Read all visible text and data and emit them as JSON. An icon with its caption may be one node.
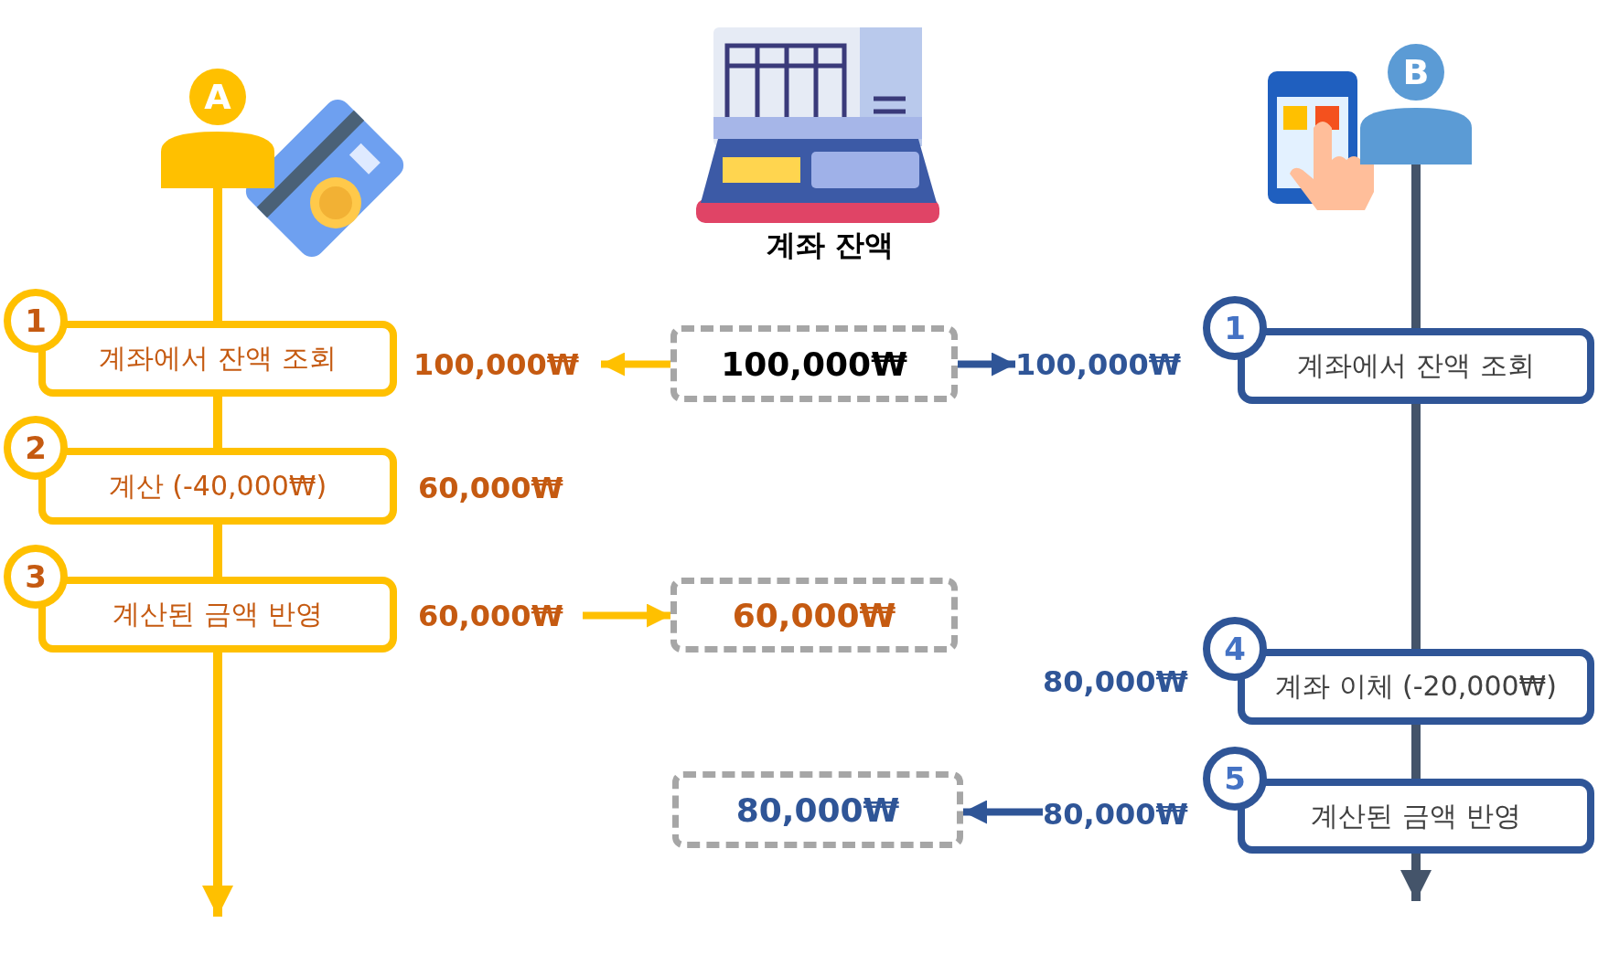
{
  "diagram": {
    "nodes": [
      {
        "text": [
          "A"
        ]
      },
      {
        "text": [
          "1",
          "계좌에서 잔액 조회"
        ]
      },
      {
        "text": [
          "2",
          "계산 (-40,000₩)"
        ],
        "beside": [
          "60,000₩"
        ]
      },
      {
        "text": [
          "3",
          "계산된 금액 반영"
        ]
      },
      {
        "text": [
          "100,000₩"
        ]
      },
      {
        "text": [
          "60,000₩"
        ]
      },
      {
        "text": [
          "100,000₩"
        ]
      },
      {
        "text": [
          "60,000₩"
        ]
      },
      {
        "text": [
          "80,000₩"
        ]
      },
      {
        "text": [
          "B"
        ]
      },
      {
        "text": [
          "1",
          "계좌에서 잔액 조회"
        ]
      },
      {
        "text": [
          "100,000₩"
        ]
      },
      {
        "text": [
          "4",
          "계좌 이체 (-20,000₩)"
        ],
        "beside": [
          "80,000₩"
        ]
      },
      {
        "text": [
          "5",
          "계산된 금액 반영"
        ]
      },
      {
        "text": [
          "80,000₩"
        ]
      }
    ],
    "edges": [
      {
        "from": 0,
        "to": 1,
        "arrow": "none",
        "color": "#ffc000"
      },
      {
        "from": 1,
        "to": 2,
        "arrow": "none",
        "color": "#ffc000"
      },
      {
        "from": 2,
        "to": 3,
        "arrow": "none",
        "color": "#ffc000"
      },
      {
        "from": 3,
        "to": null,
        "arrow": "to",
        "color": "#ffc000"
      },
      {
        "from": 6,
        "to": 4,
        "arrow": "to",
        "color": "#ffc000"
      },
      {
        "from": 6,
        "to": 11,
        "arrow": "to",
        "color": "#2f5597"
      },
      {
        "from": 5,
        "to": 7,
        "arrow": "to",
        "color": "#ffc000"
      },
      {
        "from": 14,
        "to": 8,
        "arrow": "to",
        "color": "#2f5597"
      },
      {
        "from": 9,
        "to": 10,
        "arrow": "none",
        "color": "#44546a"
      },
      {
        "from": 10,
        "to": 12,
        "arrow": "none",
        "color": "#44546a"
      },
      {
        "from": 12,
        "to": 13,
        "arrow": "none",
        "color": "#44546a"
      },
      {
        "from": 13,
        "to": null,
        "arrow": "to",
        "color": "#44546a"
      }
    ],
    "labels": [
      "계좌 잔액"
    ]
  }
}
